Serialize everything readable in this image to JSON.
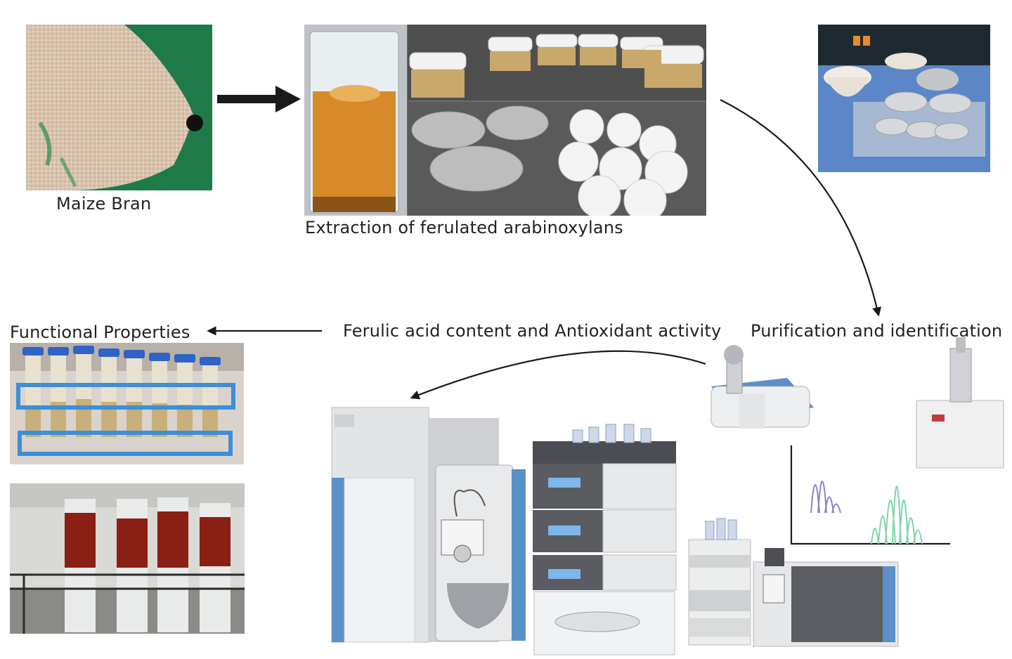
{
  "labels": {
    "maize_bran": "Maize Bran",
    "extraction": "Extraction of ferulated arabinoxylans",
    "functional_properties": "Functional Properties",
    "ferulic_acid": "Ferulic acid content and Antioxidant activity",
    "purification": "Purification and identification"
  },
  "colors": {
    "arrow": "#1a1a1a",
    "instrument_blue": "#5b8fc9",
    "instrument_gray": "#d9dadc",
    "peak_purple": "#8a84c8",
    "peak_green": "#7fd6a6",
    "bran_green": "#1f7a4a",
    "bran_beige": "#d8c3ad",
    "extract_orange": "#d88a28",
    "tray_blue": "#5b86c8",
    "tube_red": "#8a1f14"
  },
  "icons": {
    "bran_photo": "maize-bran-photo",
    "extraction_photo": "extraction-jars-photo",
    "drying_photo": "foil-trays-photo",
    "tubes_photo_1": "tube-rack-photo",
    "tubes_photo_2": "red-tubes-photo"
  }
}
